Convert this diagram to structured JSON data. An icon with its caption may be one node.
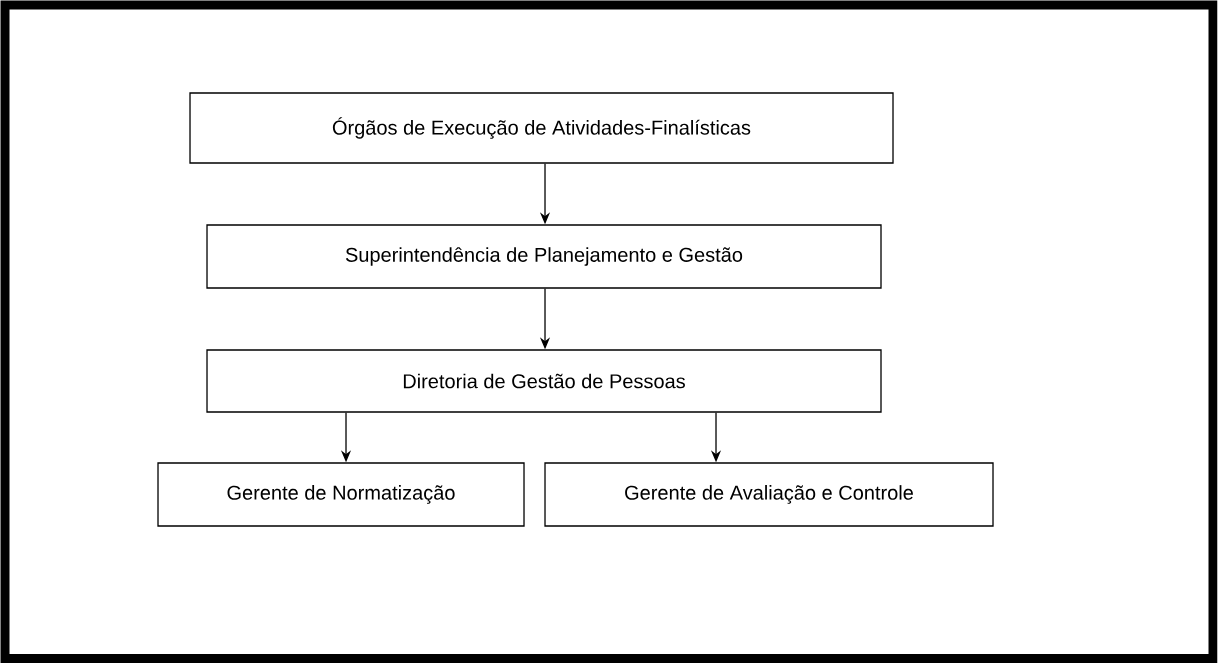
{
  "diagram": {
    "nodes": [
      {
        "text": [
          "Órgãos de Execução de Atividades-Finalísticas"
        ]
      },
      {
        "text": [
          "Superintendência de Planejamento e Gestão"
        ]
      },
      {
        "text": [
          "Diretoria de Gestão de Pessoas"
        ]
      },
      {
        "text": [
          "Gerente de Normatização"
        ]
      },
      {
        "text": [
          "Gerente de Avaliação e Controle"
        ]
      }
    ],
    "edges": [
      {
        "from": 0,
        "to": 1,
        "arrow": "to"
      },
      {
        "from": 1,
        "to": 2,
        "arrow": "to"
      },
      {
        "from": 2,
        "to": 3,
        "arrow": "to"
      },
      {
        "from": 2,
        "to": 4,
        "arrow": "to"
      }
    ]
  }
}
